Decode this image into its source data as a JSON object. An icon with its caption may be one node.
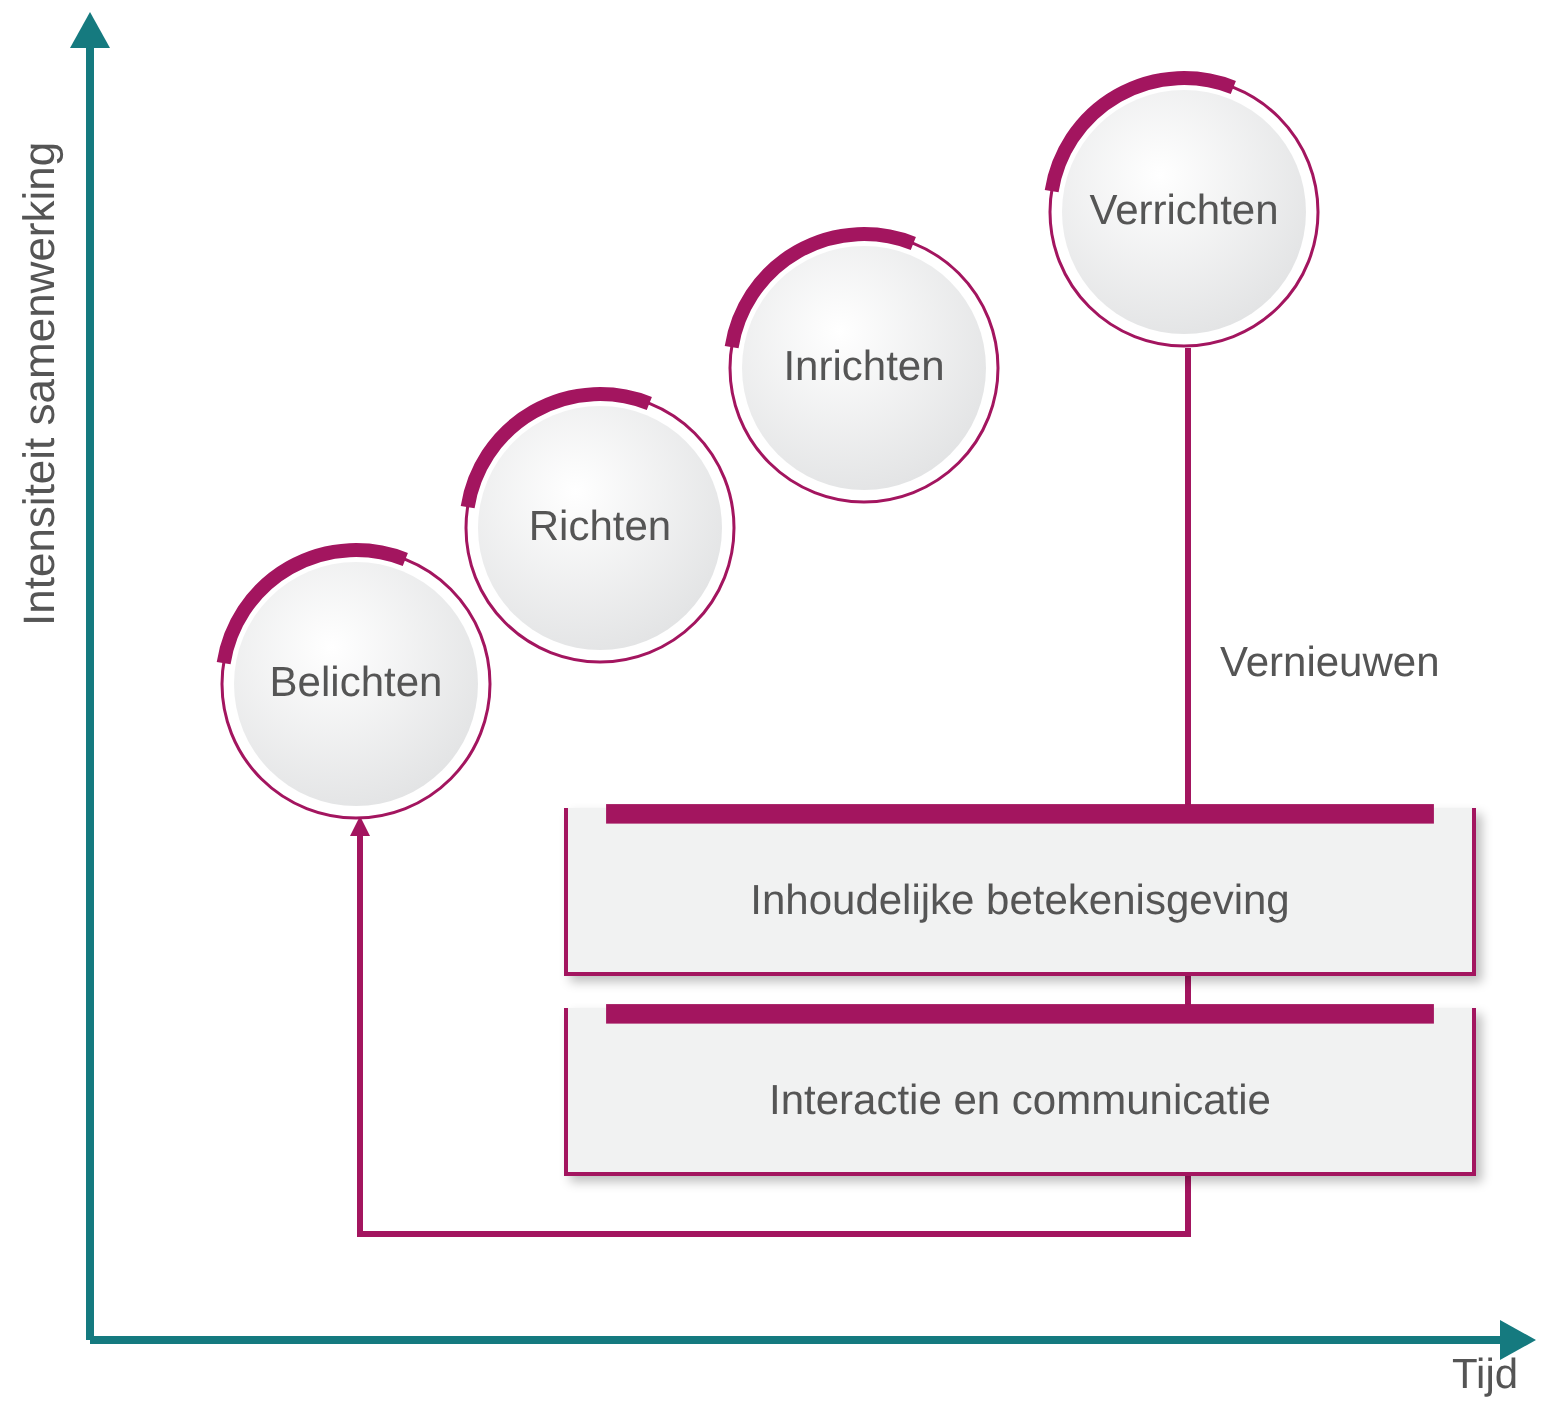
{
  "diagram": {
    "nodes": [
      {
        "text": [
          "Belichten"
        ]
      },
      {
        "text": [
          "Richten"
        ]
      },
      {
        "text": [
          "Inrichten"
        ]
      },
      {
        "text": [
          "Verrichten"
        ]
      },
      {
        "text": [
          "Inhoudelijke betekenisgeving"
        ]
      },
      {
        "text": [
          "Interactie en communicatie"
        ]
      }
    ],
    "edges": [
      {
        "from": 3,
        "to": 4,
        "arrow": "none",
        "label": "Vernieuwen"
      },
      {
        "from": 4,
        "to": 5,
        "arrow": "none"
      },
      {
        "from": 5,
        "to": 0,
        "arrow": "to"
      }
    ],
    "labels": [
      "Intensiteit samenwerking",
      "Tijd"
    ]
  }
}
